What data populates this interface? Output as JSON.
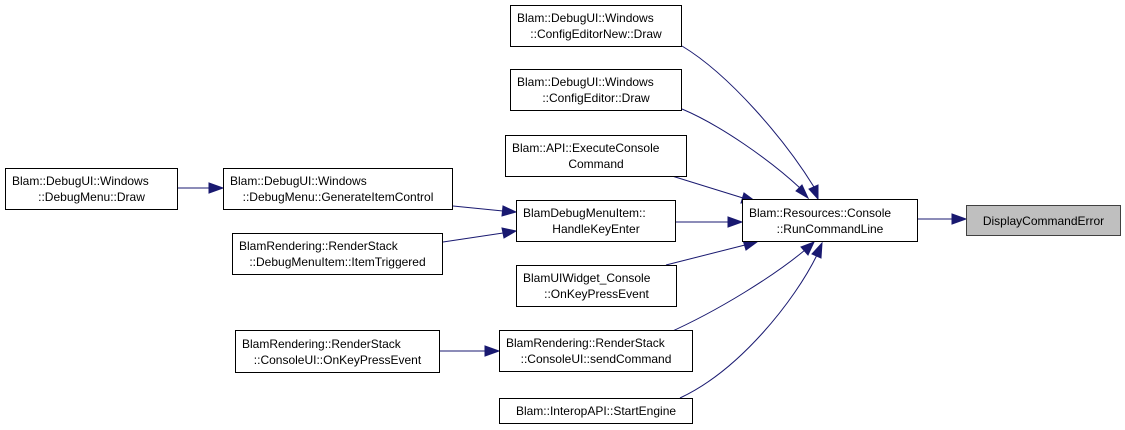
{
  "graph": {
    "colors": {
      "edge": "#191970",
      "node_border": "#000000",
      "node_fill": "#ffffff",
      "focus_fill": "#bfbfbf"
    },
    "nodes": {
      "display_command_error": {
        "label": "DisplayCommandError",
        "focus": true
      },
      "run_command_line": {
        "line1": "Blam::Resources::Console",
        "line2": "::RunCommandLine"
      },
      "config_editor_new_draw": {
        "line1": "Blam::DebugUI::Windows",
        "line2": "::ConfigEditorNew::Draw"
      },
      "config_editor_draw": {
        "line1": "Blam::DebugUI::Windows",
        "line2": "::ConfigEditor::Draw"
      },
      "execute_console_command": {
        "line1": "Blam::API::ExecuteConsole",
        "line2": "Command"
      },
      "handle_key_enter": {
        "line1": "BlamDebugMenuItem::",
        "line2": "HandleKeyEnter"
      },
      "console_on_key_press": {
        "line1": "BlamUIWidget_Console",
        "line2": "::OnKeyPressEvent"
      },
      "send_command": {
        "line1": "BlamRendering::RenderStack",
        "line2": "::ConsoleUI::sendCommand"
      },
      "start_engine": {
        "label": "Blam::InteropAPI::StartEngine"
      },
      "generate_item_control": {
        "line1": "Blam::DebugUI::Windows",
        "line2": "::DebugMenu::GenerateItemControl"
      },
      "item_triggered": {
        "line1": "BlamRendering::RenderStack",
        "line2": "::DebugMenuItem::ItemTriggered"
      },
      "debug_menu_draw": {
        "line1": "Blam::DebugUI::Windows",
        "line2": "::DebugMenu::Draw"
      },
      "consoleui_on_key_press": {
        "line1": "BlamRendering::RenderStack",
        "line2": "::ConsoleUI::OnKeyPressEvent"
      }
    },
    "edges": [
      {
        "from": "run_command_line",
        "to": "display_command_error"
      },
      {
        "from": "config_editor_new_draw",
        "to": "run_command_line"
      },
      {
        "from": "config_editor_draw",
        "to": "run_command_line"
      },
      {
        "from": "execute_console_command",
        "to": "run_command_line"
      },
      {
        "from": "handle_key_enter",
        "to": "run_command_line"
      },
      {
        "from": "console_on_key_press",
        "to": "run_command_line"
      },
      {
        "from": "send_command",
        "to": "run_command_line"
      },
      {
        "from": "start_engine",
        "to": "run_command_line"
      },
      {
        "from": "generate_item_control",
        "to": "handle_key_enter"
      },
      {
        "from": "item_triggered",
        "to": "handle_key_enter"
      },
      {
        "from": "debug_menu_draw",
        "to": "generate_item_control"
      },
      {
        "from": "consoleui_on_key_press",
        "to": "send_command"
      }
    ]
  }
}
